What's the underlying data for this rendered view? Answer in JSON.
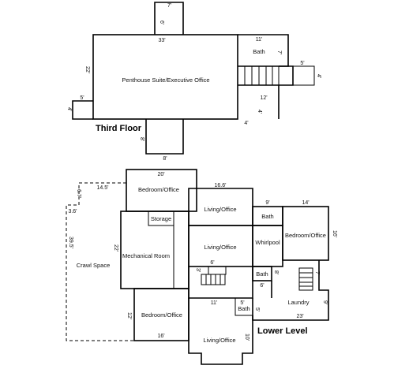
{
  "third_floor": {
    "title": "Third Floor",
    "rooms": {
      "penthouse": "Penthouse Suite/Executive Office",
      "bath": "Bath"
    },
    "dims": {
      "top_tab_width": "7'",
      "top_tab_depth": "6'",
      "width_33": "33'",
      "bath_11": "11'",
      "bath_7": "7'",
      "right_5": "5'",
      "right_4": "4'",
      "height_22": "22'",
      "left_5": "5'",
      "left_4": "4'",
      "right_12": "12'",
      "right_4b": "4'",
      "bottom_4": "4'",
      "bottom_tab_8a": "8'",
      "bottom_tab_8b": "8'"
    }
  },
  "lower_level": {
    "title": "Lower Level",
    "rooms": {
      "bedroom_top": "Bedroom/Office",
      "living_top": "Living/Office",
      "storage": "Storage",
      "mechanical": "Mechanical Room",
      "crawl": "Crawl Space",
      "living_mid": "Living/Office",
      "bath_upper": "Bath",
      "whirlpool": "Whirlpool",
      "bedroom_right": "Bedroom/Office",
      "bath_lower": "Bath",
      "bath_small": "Bath",
      "laundry": "Laundry",
      "bedroom_bottom": "Bedroom/Office",
      "living_bottom": "Living/Office"
    },
    "dims": {
      "d20": "20'",
      "d14_5": "14.5'",
      "d6_7": "6.7'",
      "d16_6": "16.6'",
      "d3_6": "3.6'",
      "d39_5": "39.5'",
      "d22": "22'",
      "d9": "9'",
      "d14": "14'",
      "d16_right": "16'",
      "d6_steps": "6'",
      "d3_steps": "3'",
      "d8_bath": "8'",
      "d6_bath": "6'",
      "d7_stairs": "7'",
      "d11": "11'",
      "d5a": "5'",
      "d5b": "5'",
      "d9_laundry": "9'",
      "d23": "23'",
      "d12": "12'",
      "d16_bottom": "16'",
      "d10": "10'"
    }
  }
}
